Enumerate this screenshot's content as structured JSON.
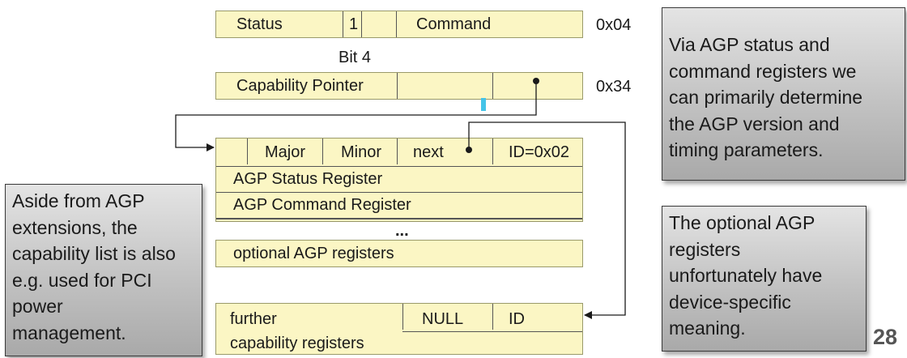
{
  "registers": {
    "status_command": {
      "status": "Status",
      "bit": "1",
      "command": "Command",
      "offset": "0x04"
    },
    "bit_label": "Bit 4",
    "capability_pointer": {
      "label": "Capability Pointer",
      "offset": "0x34"
    },
    "agp_header": {
      "major": "Major",
      "minor": "Minor",
      "next": "next",
      "id": "ID=0x02"
    },
    "agp_status": "AGP Status Register",
    "agp_command": "AGP Command Register",
    "ellipsis": "...",
    "optional": "optional AGP registers",
    "further": {
      "line1": "further",
      "line2": "capability registers",
      "null": "NULL",
      "id": "ID"
    }
  },
  "notes": {
    "top_right": "Via AGP status and\ncommand registers we\ncan primarily determine\nthe AGP version and\ntiming parameters.",
    "left": "Aside from AGP\nextensions, the\ncapability list is also\ne.g. used for PCI\npower\nmanagement.",
    "bottom_right": "The optional AGP\nregisters\nunfortunately have\ndevice-specific\nmeaning."
  },
  "page_number": "28",
  "colors": {
    "register_fill": "#fbf6c4",
    "highlight": "#44c4e8",
    "note_fill": "#c4c4c4"
  }
}
